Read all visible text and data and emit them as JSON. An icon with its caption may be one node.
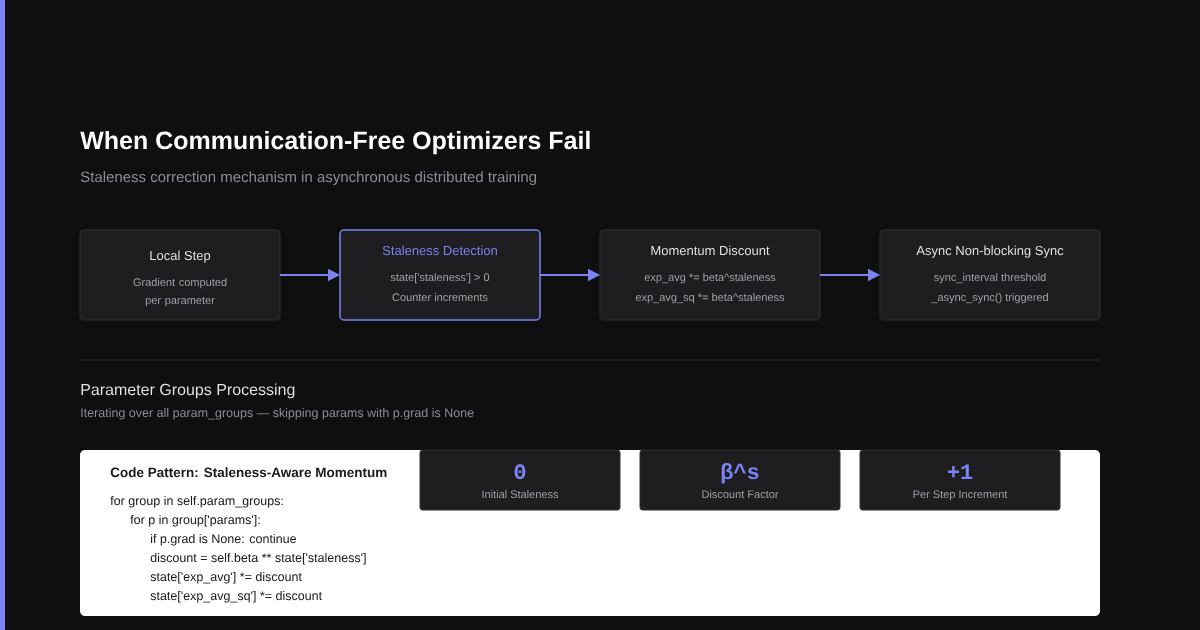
{
  "diagram": {
    "title": "When Communication-Free Optimizers Fail",
    "nodes": [
      {
        "text": [
          "Local Step",
          "Gradient computed per parameter"
        ]
      },
      {
        "text": [
          "Staleness Detection",
          "state['staleness'] > 0",
          "Counter increments"
        ]
      },
      {
        "text": [
          "Momentum Discount",
          "exp_avg *= beta^staleness",
          "exp_avg_sq *= beta^staleness"
        ]
      },
      {
        "text": [
          "Async Non-blocking Sync",
          "sync_interval threshold",
          "_async_sync() triggered"
        ]
      },
      {
        "text": [
          "Code Pattern: Staleness-Aware Momentum",
          "for group in self.param_groups:",
          "for p in group['params']:",
          "if p.grad is None: continue",
          "discount = self.beta ** state['staleness']",
          "state['exp_avg'] *= discount",
          "state['exp_avg_sq'] *= discount"
        ]
      },
      {
        "text": [
          "0",
          "Initial Staleness"
        ],
        "in": 4
      },
      {
        "text": [
          "β^s",
          "Discount Factor"
        ],
        "in": 4
      },
      {
        "text": [
          "+1",
          "Per Step Increment"
        ],
        "in": 4
      }
    ],
    "edges": [
      {
        "from": 0,
        "to": 1,
        "arrow": "to"
      },
      {
        "from": 1,
        "to": 2,
        "arrow": "to"
      },
      {
        "from": 2,
        "to": 3,
        "arrow": "to"
      }
    ],
    "labels": [
      "Staleness correction mechanism in asynchronous distributed training",
      "Parameter Groups Processing",
      "Iterating over all param_groups — skipping params with p.grad is None"
    ]
  }
}
